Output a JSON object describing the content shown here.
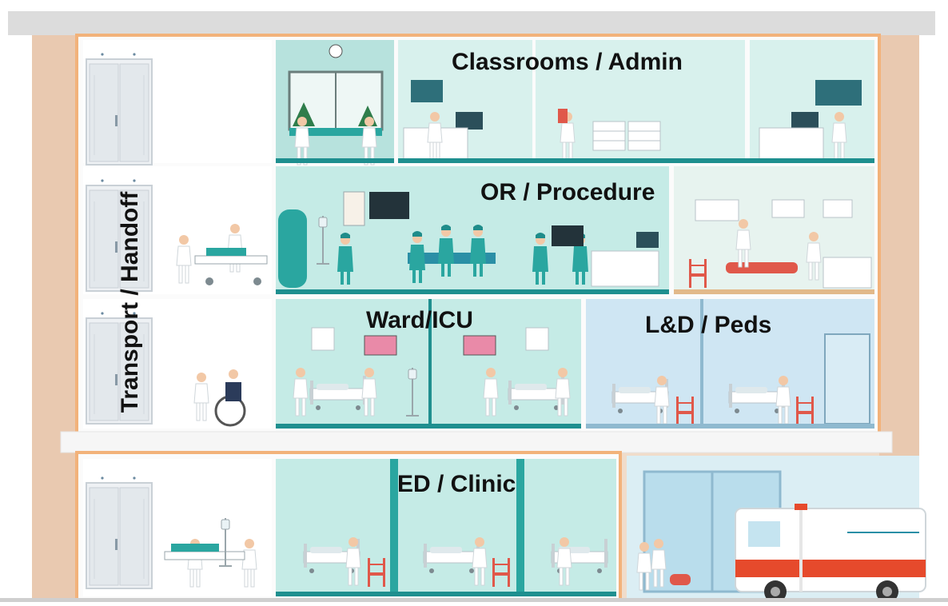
{
  "labels": {
    "classrooms": "Classrooms / Admin",
    "or": "OR / Procedure",
    "ward": "Ward/ICU",
    "ld": "L&D / Peds",
    "ed": "ED / Clinic",
    "transport": "Transport / Handoff"
  },
  "colors": {
    "wall_teal": "#c8ebe6",
    "room_blue": "#cfe6f3",
    "floor_teal": "#1e8f8f",
    "frame_orange": "#f2b27a",
    "ambulance_red": "#e64a2c",
    "scrubs_teal": "#2aa6a0"
  },
  "icons": [
    "elevator-icon",
    "stretcher-icon",
    "wheelchair-icon",
    "nurse-icon",
    "doctor-icon",
    "hospital-bed-icon",
    "iv-pole-icon",
    "monitor-icon",
    "ambulance-icon",
    "dental-chair-icon",
    "whiteboard-icon",
    "window-icon",
    "stroller-icon"
  ]
}
